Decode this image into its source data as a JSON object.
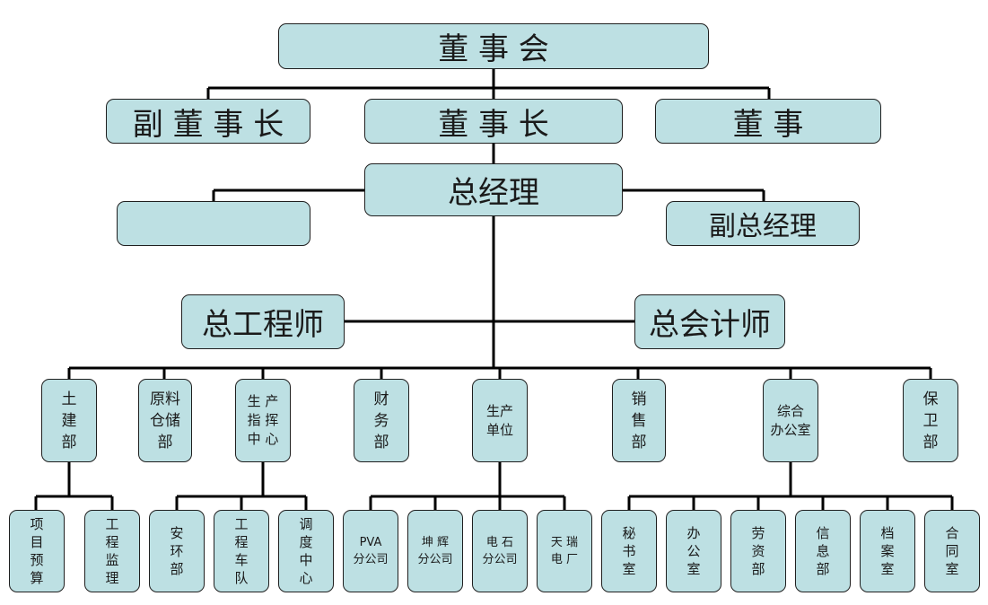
{
  "board": "董  事  会",
  "vice_chairman": "副 董 事 长",
  "chairman": "董  事  长",
  "director": "董  事",
  "general_manager": "总经理",
  "blank_box": "",
  "deputy_gm": "副总经理",
  "chief_engineer": "总工程师",
  "chief_accountant": "总会计师",
  "departments": {
    "civil": "土\n建\n部",
    "materials": "原料\n仓储\n部",
    "production_command": "生  产\n指  挥\n中  心",
    "finance": "财\n务\n部",
    "production_unit": "生产\n单位",
    "sales": "销\n售\n部",
    "general_office": "综合\n办公室",
    "security": "保\n卫\n部"
  },
  "sub_units": {
    "project_budget": "项\n目\n预\n算",
    "engineering_supervision": "工\n程\n监\n理",
    "safety_env": "安\n环\n部",
    "engineering_team": "工\n程\n车\n队",
    "dispatch_center": "调\n度\n中\n心",
    "pva": "PVA\n分公司",
    "kunhui": "坤  辉\n分公司",
    "calcium_carbide": "电  石\n分公司",
    "tianrui": "天  瑞\n电  厂",
    "secretariat": "秘\n书\n室",
    "office": "办\n公\n室",
    "labor_capital": "劳\n资\n部",
    "information": "信\n息\n部",
    "archives": "档\n案\n室",
    "contracts": "合\n同\n室"
  }
}
